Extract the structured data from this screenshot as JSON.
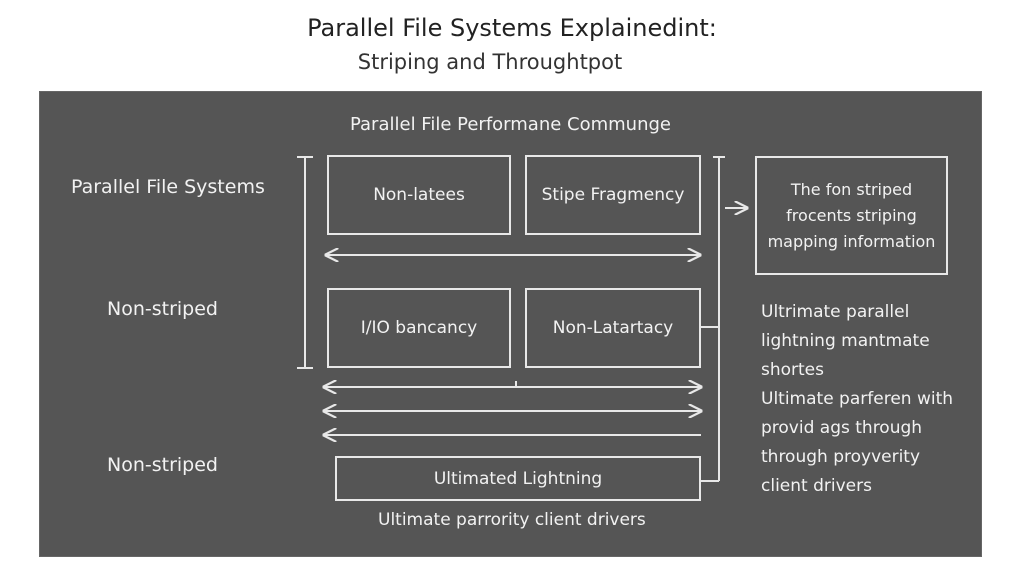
{
  "title": "Parallel File Systems Explainedint:",
  "subtitle": "Striping and Throughtpot",
  "panel": {
    "heading": "Parallel File Performane Communge",
    "left_labels": [
      "Parallel File Systems",
      "Non-striped",
      "Non-striped"
    ],
    "boxes": {
      "top_left": "Non-latees",
      "top_right": "Stipe Fragmency",
      "mid_left": "I/IO bancancy",
      "mid_right": "Non-Latartacy",
      "bottom": "Ultimated Lightning"
    },
    "right_box": {
      "line1": "The fon striped",
      "line2": "frocents striping",
      "line3": "mapping information"
    },
    "right_notes": [
      "Ultrimate parallel",
      "lightning mantmate",
      "shortes",
      "Ultimate parferen with",
      "provid ags through",
      "through proyverity",
      "client drivers"
    ],
    "bottom_caption": "Ultimate parrority client drivers"
  },
  "colors": {
    "panel_bg": "#555555",
    "line": "#e8e8e8",
    "text_light": "#f2f2f2",
    "title_text": "#222222"
  }
}
